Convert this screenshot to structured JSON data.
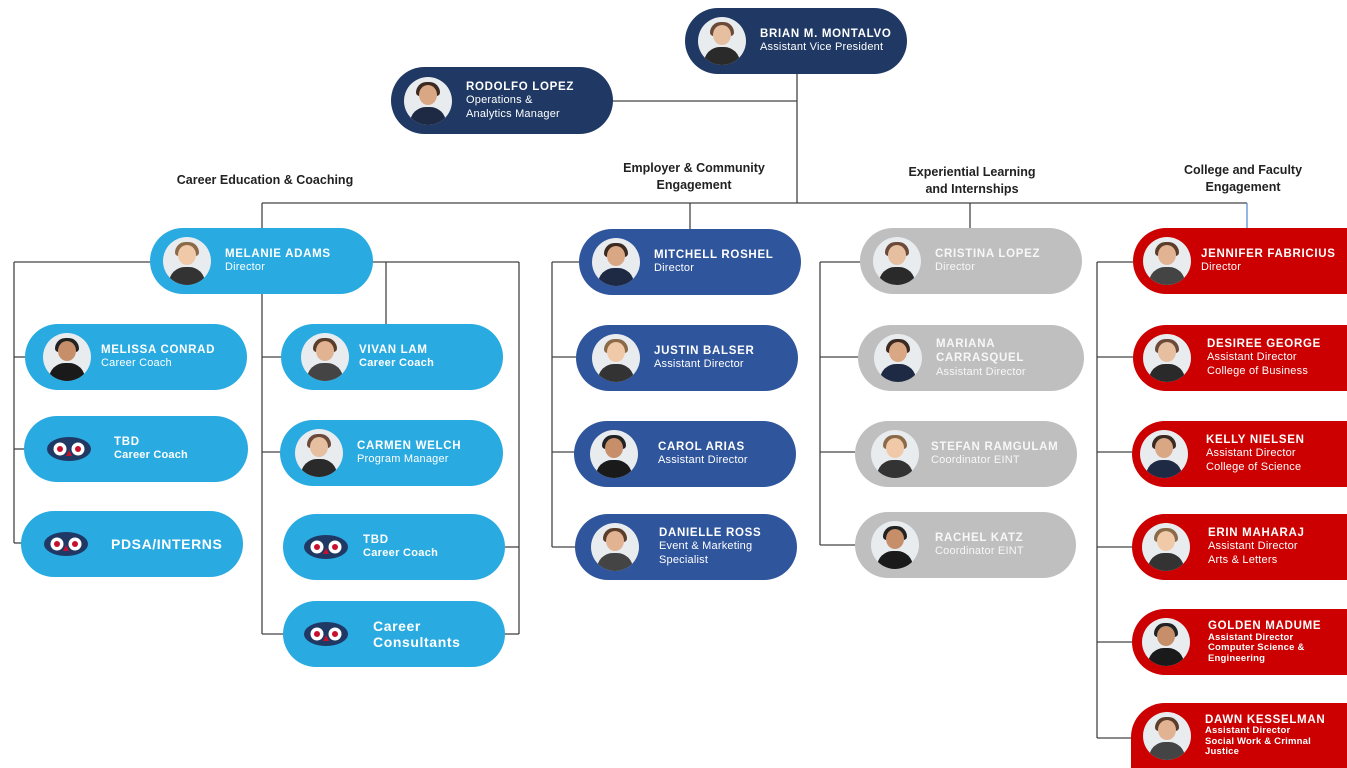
{
  "top": {
    "name": "BRIAN M. MONTALVO",
    "title": "Assistant Vice President"
  },
  "ops": {
    "name": "RODOLFO LOPEZ",
    "title_line1": "Operations &",
    "title_line2": "Analytics Manager"
  },
  "sections": {
    "career_ed": "Career Education & Coaching",
    "employer_l1": "Employer & Community",
    "employer_l2": "Engagement",
    "experiential_l1": "Experiential Learning",
    "experiential_l2": "and Internships",
    "college_l1": "College and Faculty",
    "college_l2": "Engagement"
  },
  "career": {
    "director": {
      "name": "MELANIE ADAMS",
      "title": "Director"
    },
    "coach1": {
      "name": "MELISSA CONRAD",
      "title": "Career Coach"
    },
    "coach2": {
      "name": "TBD",
      "title": "Career Coach"
    },
    "interns": {
      "name": "PDSA/INTERNS"
    },
    "vivan": {
      "name": "VIVAN LAM",
      "title": "Career Coach"
    },
    "carmen": {
      "name": "CARMEN WELCH",
      "title": "Program Manager"
    },
    "coach3": {
      "name": "TBD",
      "title": "Career Coach"
    },
    "consultants": {
      "line1": "Career",
      "line2": "Consultants"
    }
  },
  "employer": {
    "director": {
      "name": "MITCHELL ROSHEL",
      "title": "Director"
    },
    "justin": {
      "name": "JUSTIN BALSER",
      "title": "Assistant Director"
    },
    "carol": {
      "name": "CAROL ARIAS",
      "title": "Assistant Director"
    },
    "danielle": {
      "name": "DANIELLE ROSS",
      "title_line1": "Event & Marketing",
      "title_line2": "Specialist"
    }
  },
  "experiential": {
    "director": {
      "name": "CRISTINA LOPEZ",
      "title": "Director"
    },
    "mariana": {
      "name_line1": "MARIANA",
      "name_line2": "CARRASQUEL",
      "title": "Assistant Director"
    },
    "stefan": {
      "name": "STEFAN RAMGULAM",
      "title": "Coordinator EINT"
    },
    "rachel": {
      "name": "RACHEL KATZ",
      "title": "Coordinator EINT"
    }
  },
  "college": {
    "director": {
      "name": "JENNIFER FABRICIUS",
      "title": "Director"
    },
    "desiree": {
      "name": "DESIREE GEORGE",
      "title_line1": "Assistant Director",
      "title_line2": "College of Business"
    },
    "kelly": {
      "name": "KELLY NIELSEN",
      "title_line1": "Assistant Director",
      "title_line2": "College of Science"
    },
    "erin": {
      "name": "ERIN MAHARAJ",
      "title_line1": "Assistant Director",
      "title_line2": "Arts & Letters"
    },
    "golden": {
      "name": "GOLDEN MADUME",
      "title_line1": "Assistant Director",
      "title_line2": "Computer Science &",
      "title_line3": "Engineering"
    },
    "dawn": {
      "name": "DAWN KESSELMAN",
      "title_line1": "Assistant Director",
      "title_line2": "Social Work & Crimnal",
      "title_line3": "Justice"
    }
  },
  "colors": {
    "navy": "#1f3864",
    "light_blue": "#29abe2",
    "blue": "#2f559c",
    "grey": "#bfbfbf",
    "red": "#cc0000"
  },
  "icons": {
    "person": "person-photo-icon",
    "owl": "owl-logo-icon"
  }
}
